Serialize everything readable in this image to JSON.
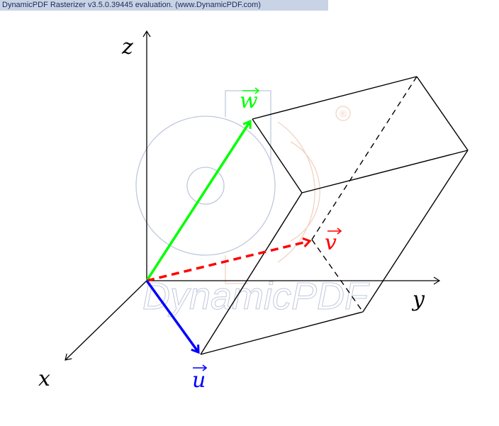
{
  "banner": {
    "text": "DynamicPDF Rasterizer v3.5.0.39445 evaluation. (www.DynamicPDF.com)"
  },
  "watermark": {
    "text": "DynamicPDF",
    "registered_mark": "®"
  },
  "axes": {
    "x_label": "x",
    "y_label": "y",
    "z_label": "z"
  },
  "vectors": {
    "u": {
      "symbol": "u",
      "color": "#0000ff"
    },
    "v": {
      "symbol": "v",
      "color": "#ff0000"
    },
    "w": {
      "symbol": "w",
      "color": "#00ff00"
    }
  },
  "colors": {
    "axis": "#000000",
    "edge": "#000000",
    "watermark_blue": "#c0c8dc",
    "watermark_orange": "#f2d2c2"
  }
}
